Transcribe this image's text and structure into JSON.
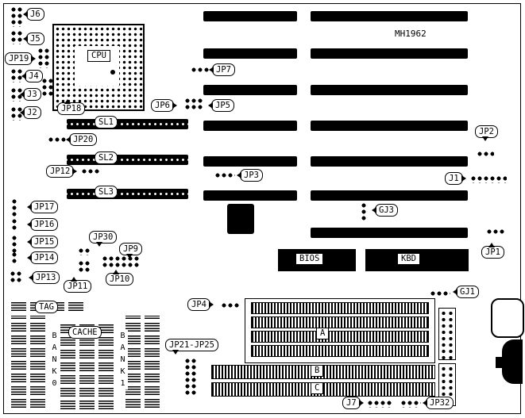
{
  "board": {
    "model": "MH1962",
    "bg_color": "#ffffff",
    "silk_color": "#000000"
  },
  "labels": {
    "j6": "J6",
    "j5": "J5",
    "jp19": "JP19",
    "j4": "J4",
    "j3": "J3",
    "j2": "J2",
    "jp18": "JP18",
    "cpu": "CPU",
    "jp7": "JP7",
    "jp6": "JP6",
    "jp5": "JP5",
    "sl1": "SL1",
    "sl2": "SL2",
    "sl3": "SL3",
    "jp20": "JP20",
    "jp12": "JP12",
    "jp3": "JP3",
    "jp2": "JP2",
    "j1": "J1",
    "jp17": "JP17",
    "jp16": "JP16",
    "jp15": "JP15",
    "jp14": "JP14",
    "jp13": "JP13",
    "jp30": "JP30",
    "jp9": "JP9",
    "jp11": "JP11",
    "jp10": "JP10",
    "gj3": "GJ3",
    "jp1": "JP1",
    "gj1": "GJ1",
    "jp4": "JP4",
    "bios": "BIOS",
    "kbd": "KBD",
    "tag": "TAG",
    "cache": "CACHE",
    "bank0": "B\nA\nN\nK\n0",
    "bank1": "B\nA\nN\nK\n1",
    "jp21_25": "JP21-JP25",
    "simm_a": "A",
    "simm_b": "B",
    "simm_c": "C",
    "j7": "J7",
    "jp32": "JP32"
  }
}
